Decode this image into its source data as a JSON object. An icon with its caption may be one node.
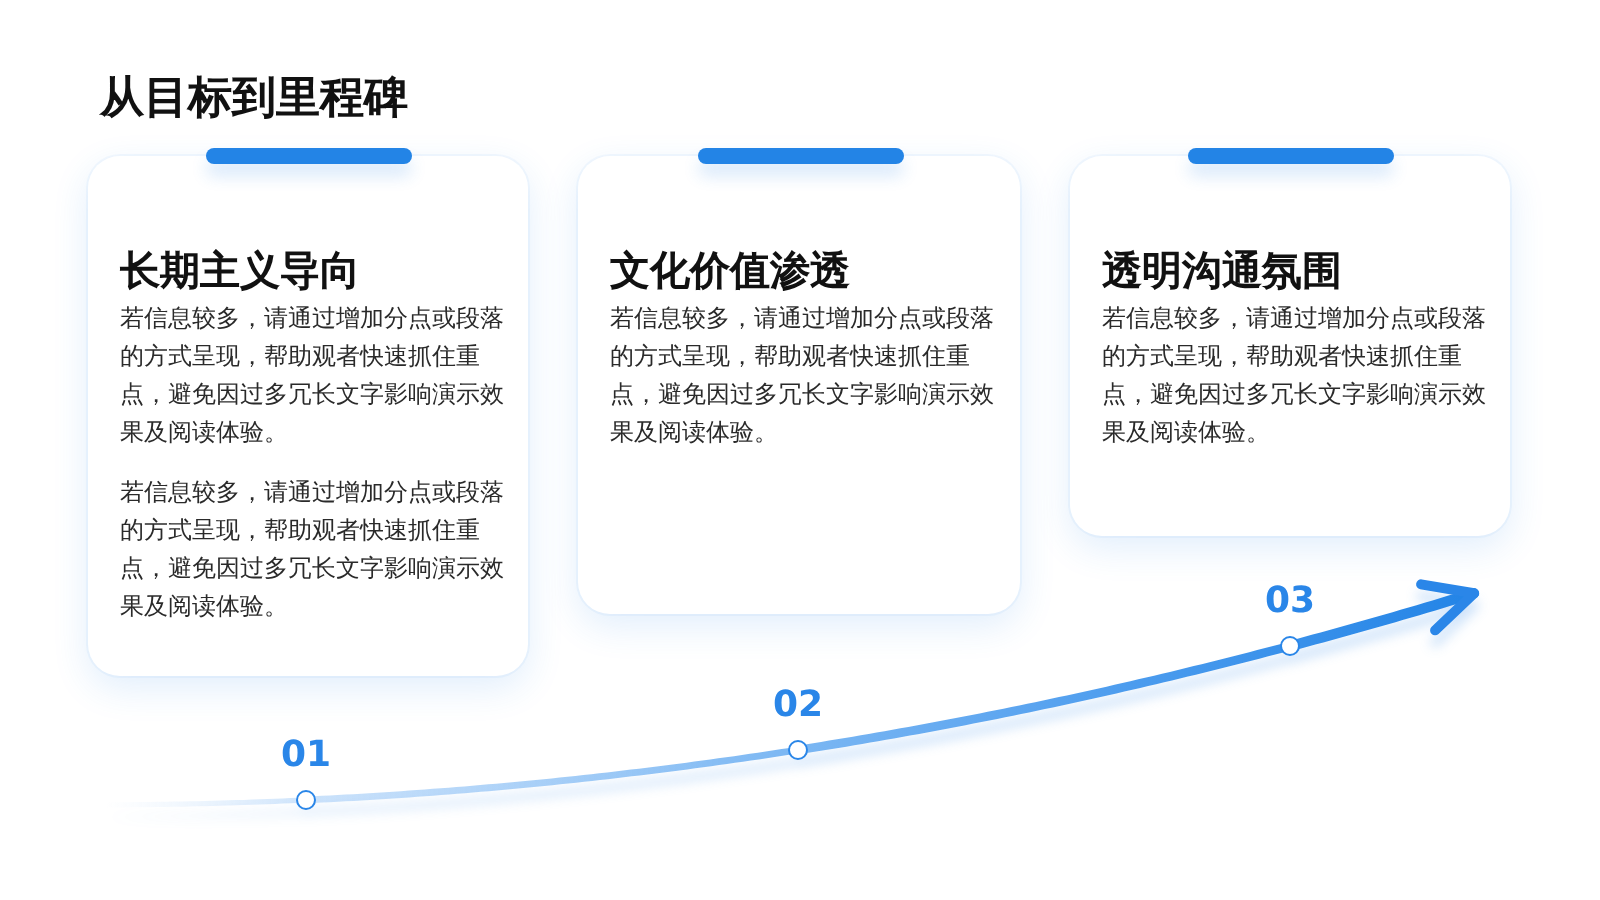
{
  "diagram": {
    "title": "从目标到里程碑",
    "nodes": [
      {
        "text": [
          "长期主义导向",
          "若信息较多，请通过增加分点或段落的方式呈现，帮助观者快速抓住重点，避免因过多冗长文字影响演示效果及阅读体验。",
          "若信息较多，请通过增加分点或段落的方式呈现，帮助观者快速抓住重点，避免因过多冗长文字影响演示效果及阅读体验。"
        ]
      },
      {
        "text": [
          "文化价值渗透",
          "若信息较多，请通过增加分点或段落的方式呈现，帮助观者快速抓住重点，避免因过多冗长文字影响演示效果及阅读体验。"
        ]
      },
      {
        "text": [
          "透明沟通氛围",
          "若信息较多，请通过增加分点或段落的方式呈现，帮助观者快速抓住重点，避免因过多冗长文字影响演示效果及阅读体验。"
        ]
      }
    ],
    "labels": [
      "01",
      "02",
      "03"
    ]
  }
}
